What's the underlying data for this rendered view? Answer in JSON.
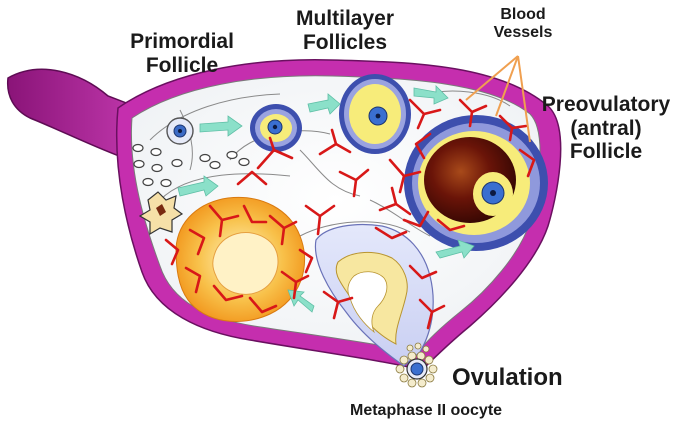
{
  "labels": {
    "primordial": [
      "Primordial",
      "Follicle"
    ],
    "multilayer": [
      "Multilayer",
      "Follicles"
    ],
    "blood_vessels": [
      "Blood",
      "Vessels"
    ],
    "preovulatory": [
      "Preovulatory",
      "(antral)",
      "Follicle"
    ],
    "ovulation": "Ovulation",
    "metaphase": "Metaphase II oocyte"
  },
  "colors": {
    "ligament": "#b0209a",
    "ligament_dark": "#7d1470",
    "capsule": "#c02aa8",
    "blood_vessel": "#d81818",
    "follicle_yellow": "#f7ec7a",
    "follicle_blue": "#3d4fae",
    "antrum": "#4a0c06",
    "corpus_luteum": "#f5a623",
    "arrow": "#8be0c9",
    "callout": "#f0a050"
  }
}
